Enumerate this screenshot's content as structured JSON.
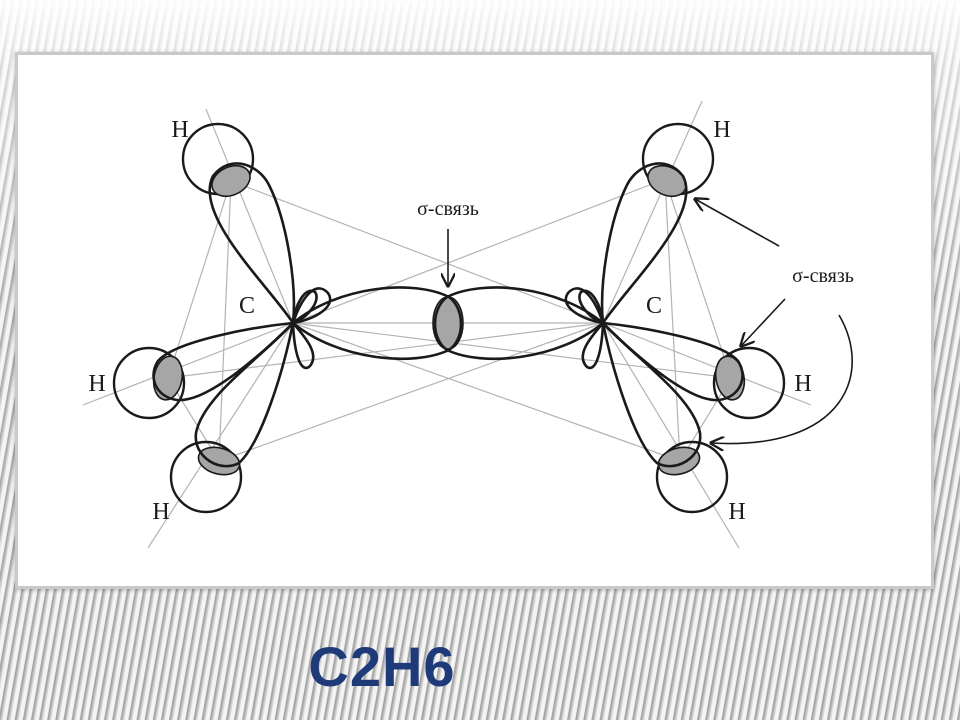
{
  "diagram": {
    "carbon_label": "C",
    "hydrogen_label": "H",
    "sigma_bond_center_label": "σ-связь",
    "sigma_bond_side_label": "σ-связь"
  },
  "caption": "C2H6",
  "colors": {
    "caption": "#1f3a78",
    "orbital_outline": "#1a1a1a",
    "overlap_fill": "#a6a6a6",
    "guide_lines": "#b3b3b3"
  }
}
